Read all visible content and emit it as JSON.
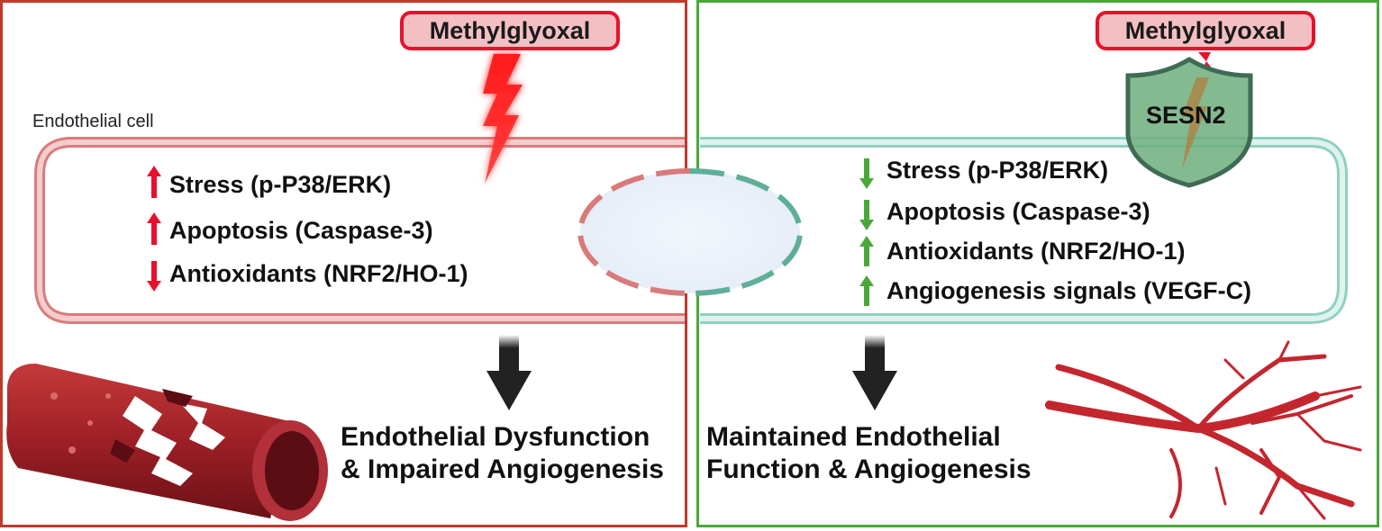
{
  "left_panel": {
    "stressor": "Methylglyoxal",
    "cell_label": "Endothelial cell",
    "effects": [
      {
        "label": "Stress (p-P38/ERK)",
        "direction": "up"
      },
      {
        "label": "Apoptosis (Caspase-3)",
        "direction": "up"
      },
      {
        "label": "Antioxidants (NRF2/HO-1)",
        "direction": "down"
      }
    ],
    "outcome_line1": "Endothelial Dysfunction",
    "outcome_line2": "& Impaired Angiogenesis"
  },
  "right_panel": {
    "stressor": "Methylglyoxal",
    "protector": "SESN2",
    "effects": [
      {
        "label": "Stress (p-P38/ERK)",
        "direction": "down"
      },
      {
        "label": "Apoptosis (Caspase-3)",
        "direction": "down"
      },
      {
        "label": "Antioxidants (NRF2/HO-1)",
        "direction": "up"
      },
      {
        "label": "Angiogenesis signals (VEGF-C)",
        "direction": "up"
      }
    ],
    "outcome_line1": "Maintained Endothelial",
    "outcome_line2": "Function & Angiogenesis"
  },
  "colors": {
    "left_border": "#c0392b",
    "right_border": "#4aa83a",
    "up_arrow_red": "#e8112d",
    "down_arrow_green": "#4aa83a",
    "badge_fill": "#f4bfc3",
    "badge_border": "#e8112d",
    "vessel": "#a8242a"
  }
}
